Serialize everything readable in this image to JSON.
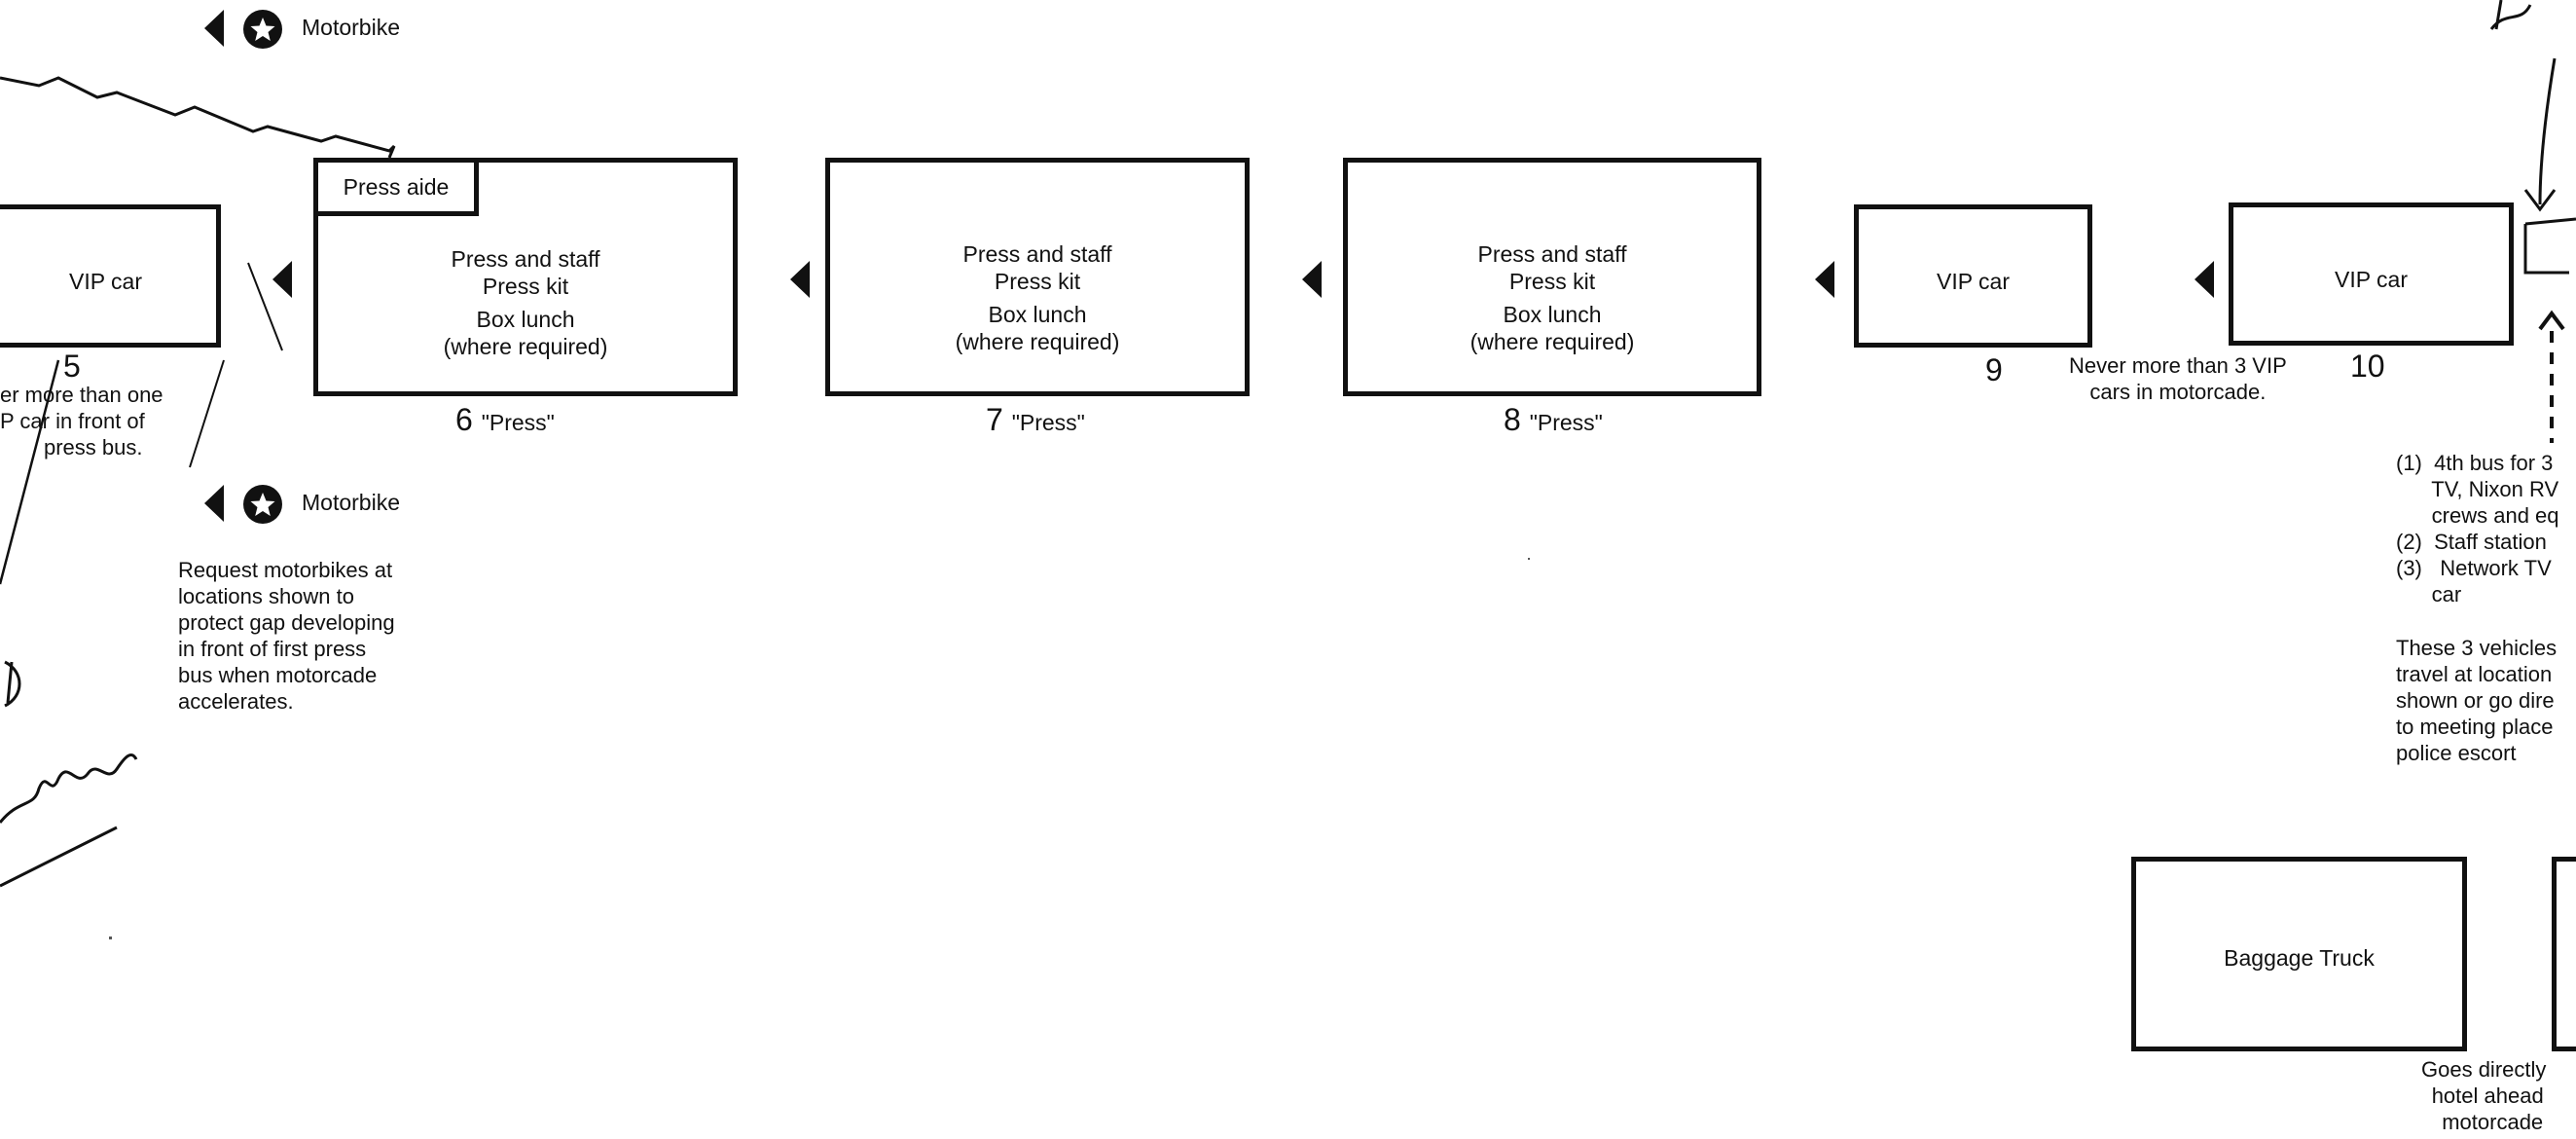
{
  "motorbike_top": "Motorbike",
  "motorbike_mid": "Motorbike",
  "motorbike_note": [
    "Request motorbikes at",
    "locations shown to",
    "protect gap developing",
    "in front of first press",
    "bus when motorcade",
    "accelerates."
  ],
  "vehicles": {
    "v5": {
      "label": "VIP car",
      "num": "5"
    },
    "v6": {
      "tag": "Press aide",
      "lines": [
        "Press and staff",
        "Press kit",
        "Box lunch",
        "(where required)"
      ],
      "num": "6",
      "caption": "\"Press\""
    },
    "v7": {
      "lines": [
        "Press and staff",
        "Press kit",
        "Box lunch",
        "(where required)"
      ],
      "num": "7",
      "caption": "\"Press\""
    },
    "v8": {
      "lines": [
        "Press and staff",
        "Press kit",
        "Box lunch",
        "(where required)"
      ],
      "num": "8",
      "caption": "\"Press\""
    },
    "v9": {
      "label": "VIP car",
      "num": "9"
    },
    "v10": {
      "label": "VIP car",
      "num": "10"
    },
    "baggage": {
      "label": "Baggage Truck"
    }
  },
  "note_vip5": [
    "er more than one",
    "P car in front of",
    "press bus."
  ],
  "note_vip_max": [
    "Never more than 3 VIP",
    "cars in motorcade."
  ],
  "right_list": [
    "(1)  4th bus for 3",
    "      TV, Nixon RV",
    "      crews and eq",
    "(2)  Staff station",
    "(3)   Network TV",
    "      car"
  ],
  "right_note": [
    "These 3 vehicles",
    "travel at location",
    "shown or go dire",
    "to meeting place",
    "police escort"
  ],
  "baggage_note": [
    "Goes directly",
    "hotel ahead",
    "motorcade"
  ],
  "colors": {
    "ink": "#111111",
    "background": "#ffffff"
  }
}
